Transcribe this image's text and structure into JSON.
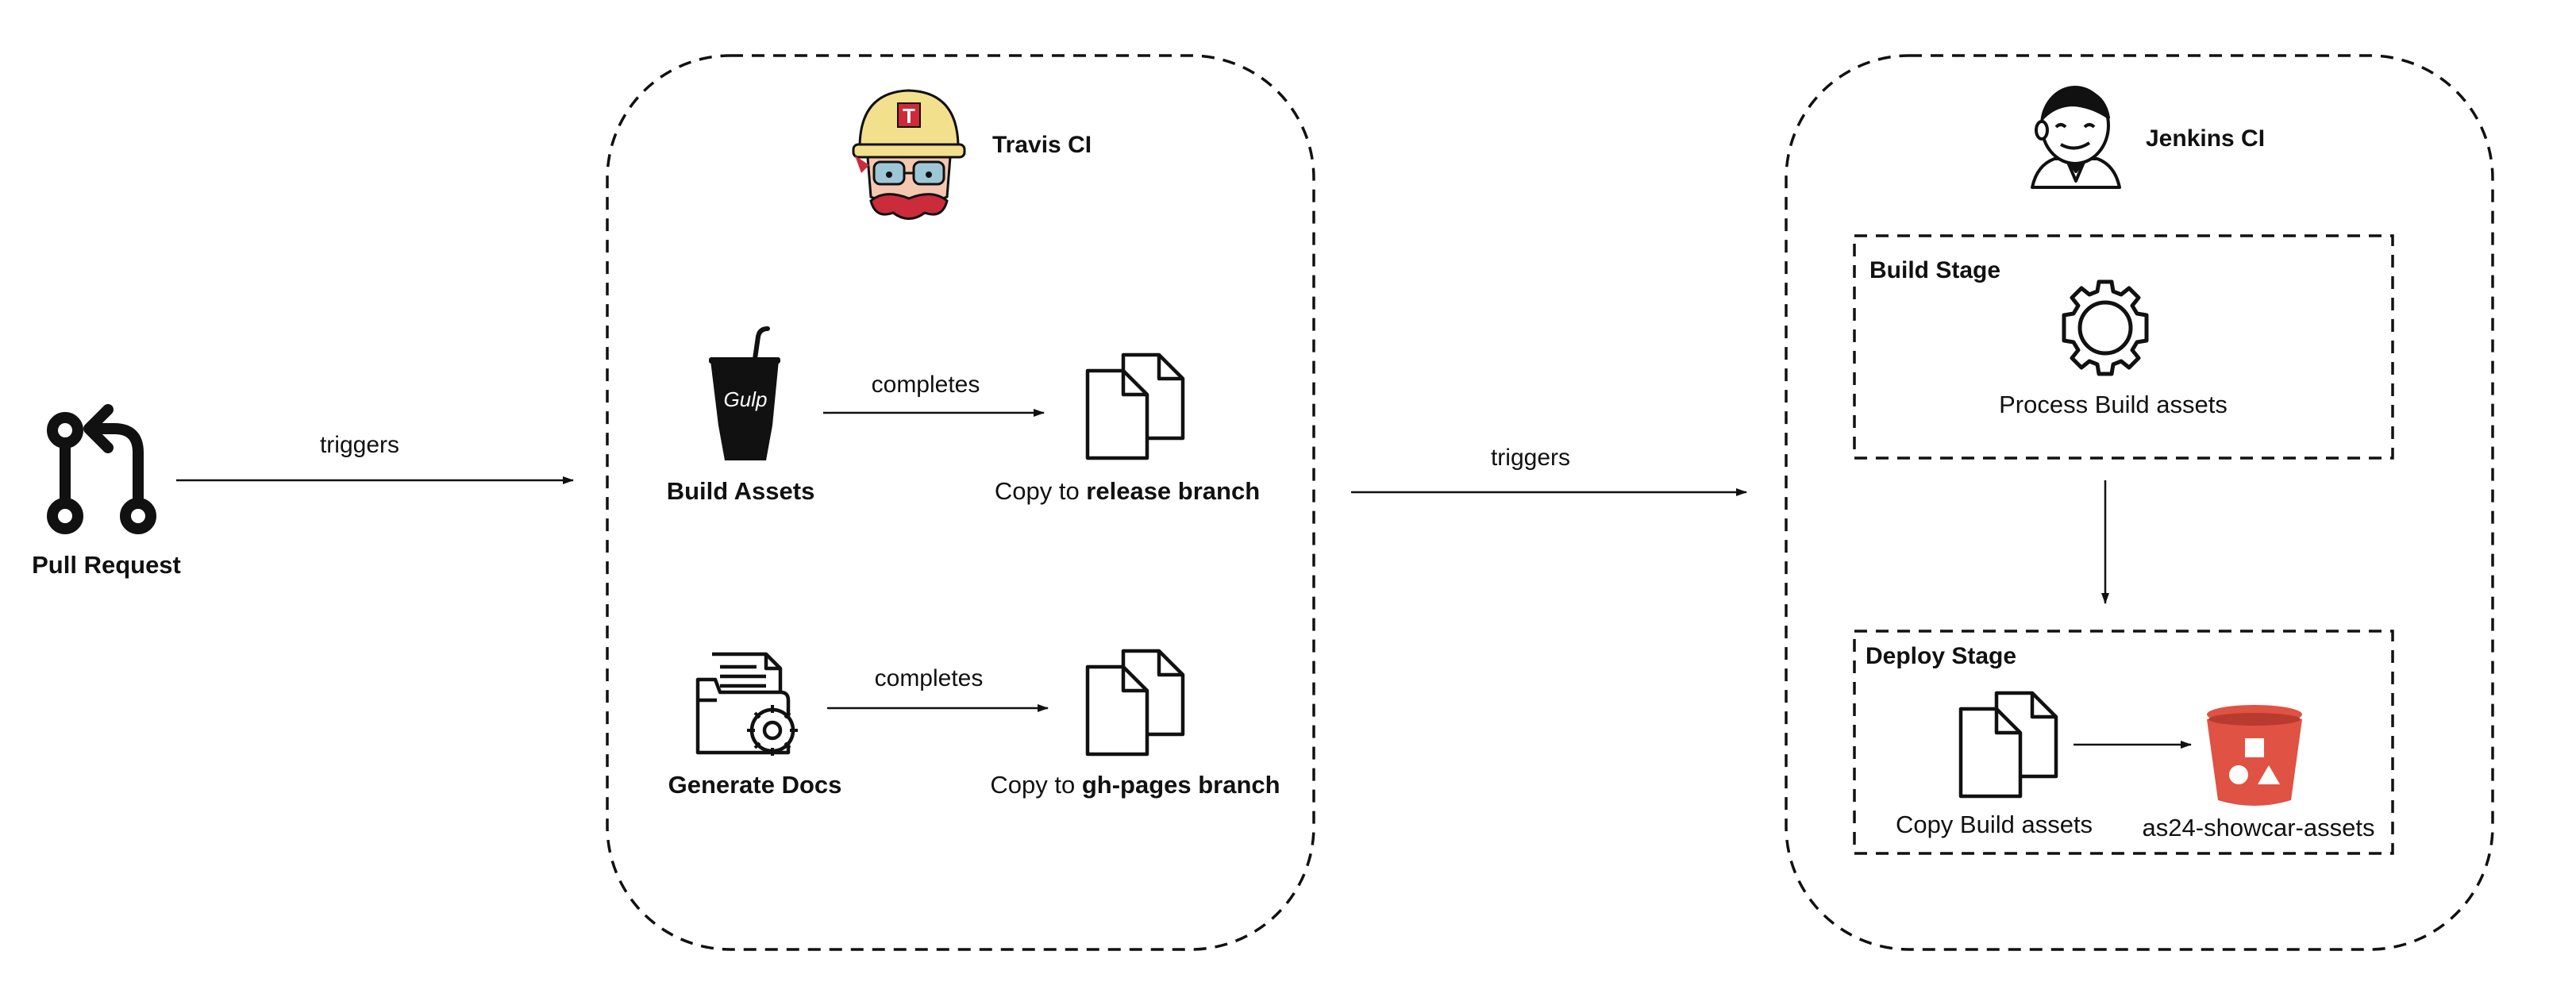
{
  "source": {
    "label": "Pull Request",
    "icon": "git-pull-request-icon"
  },
  "edges": {
    "pr_to_travis": "triggers",
    "travis_to_jenkins": "triggers",
    "build_completes": "completes",
    "docs_completes": "completes"
  },
  "travis": {
    "title": "Travis CI",
    "icon": "travis-mascot-icon",
    "build_assets": {
      "label": "Build Assets",
      "icon": "gulp-cup-icon"
    },
    "generate_docs": {
      "label": "Generate Docs",
      "icon": "docs-folder-gear-icon"
    },
    "copy_release": {
      "prefix": "Copy to ",
      "bold": "release branch",
      "icon": "copy-files-icon"
    },
    "copy_ghpages": {
      "prefix": "Copy to ",
      "bold": "gh-pages branch",
      "icon": "copy-files-icon"
    }
  },
  "jenkins": {
    "title": "Jenkins CI",
    "icon": "jenkins-butler-icon",
    "build_stage": {
      "title": "Build Stage",
      "icon": "gear-icon",
      "label": "Process Build assets"
    },
    "deploy_stage": {
      "title": "Deploy Stage",
      "copy_label": "Copy Build assets",
      "copy_icon": "copy-files-icon",
      "bucket_label": "as24-showcar-assets",
      "bucket_icon": "s3-bucket-icon"
    }
  },
  "colors": {
    "line": "#111111",
    "bucket": "#e05243",
    "travis_helmet": "#f3e08c",
    "travis_mustache": "#cc2b3b",
    "travis_face": "#f4c7b0"
  }
}
